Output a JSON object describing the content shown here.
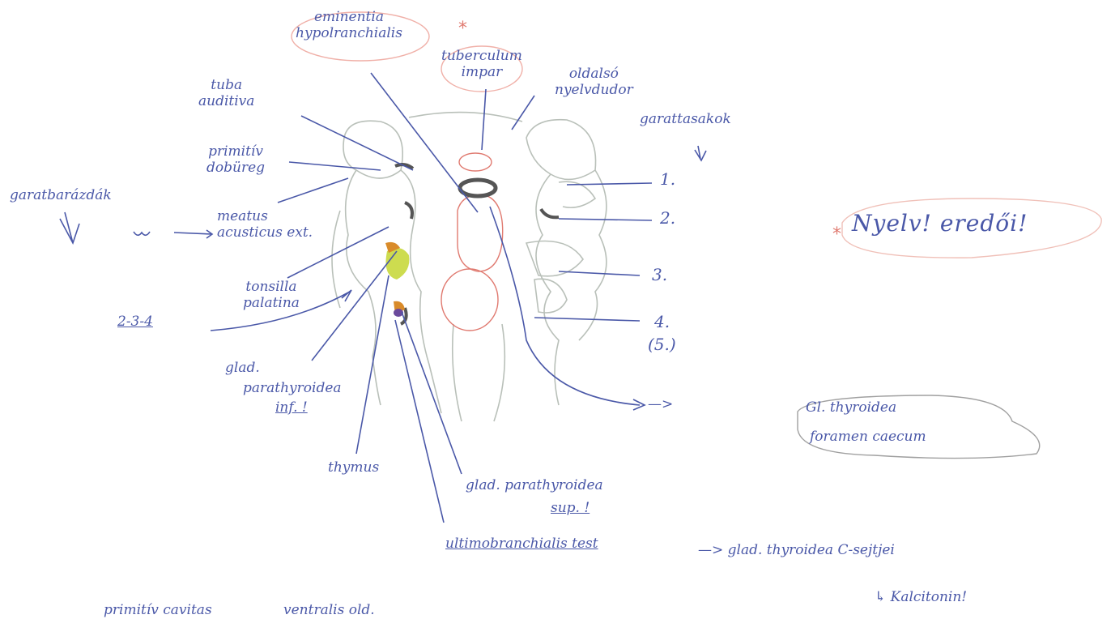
{
  "labels": {
    "eminentia": "eminentia\nhypolranchialis",
    "tuberculum": "tuberculum\nimpar",
    "oldalso": "oldalsó\nnyelvdudor",
    "tuba": "tuba\nauditiva",
    "primitiv_dobureg": "primitív\ndobüreg",
    "garattasakok": "garattasakok",
    "garatbarazdak": "garatbarázdák",
    "meatus": "meatus\nacusticus ext.",
    "tonsilla": "tonsilla\npalatina",
    "num_234": "2-3-4",
    "glad_inf_1": "glad.",
    "glad_inf_2": "parathyroidea",
    "glad_inf_3": "inf. !",
    "thymus": "thymus",
    "glad_sup_1": "glad. parathyroidea",
    "glad_sup_2": "sup. !",
    "ultimo": "ultimobranchialis test",
    "ultimo_arrow": "—> glad. thyroidea C-sejtjei",
    "calcitonin": "↳ Kalcitonin!",
    "foramen_1": "—> ",
    "foramen_2": "Gl. thyroidea",
    "foramen_3": "foramen caecum",
    "nyelv": "Nyelv! eredői!",
    "n1": "1.",
    "n2": "2.",
    "n3": "3.",
    "n4": "4.",
    "n5": "(5.)",
    "bottom_left": "primitív cavitas",
    "bottom_mid": "ventralis old."
  },
  "colors": {
    "ink": "#4a58a8",
    "pencil": "#b9c0b9",
    "red": "#e07a70",
    "yellow_green": "#c4d630",
    "orange": "#d98b2a",
    "purple": "#6b4a9c"
  }
}
